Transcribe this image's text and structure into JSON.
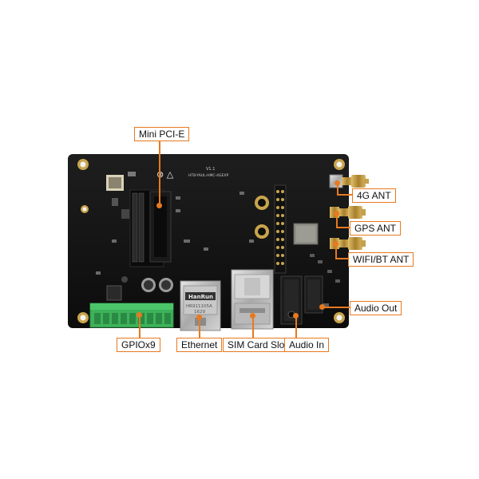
{
  "board": {
    "version_text": "V1.1",
    "model_text": "HTB-YAUL-HMC-4GEXP",
    "ethernet_brand": "HanRun",
    "ethernet_part": "HR911105A",
    "ethernet_code": "1629"
  },
  "callouts": {
    "mini_pcie": "Mini PCI-E",
    "ant_4g": "4G ANT",
    "gps_ant": "GPS ANT",
    "wifi_bt_ant": "WIFI/BT ANT",
    "audio_out": "Audio Out",
    "gpio": "GPIOx9",
    "ethernet": "Ethernet",
    "sim_slot": "SIM Card Slot",
    "audio_in": "Audio In"
  },
  "colors": {
    "accent": "#e8791f",
    "pcb": "#141414",
    "terminal": "#3db25a",
    "gold": "#c9a54e"
  }
}
